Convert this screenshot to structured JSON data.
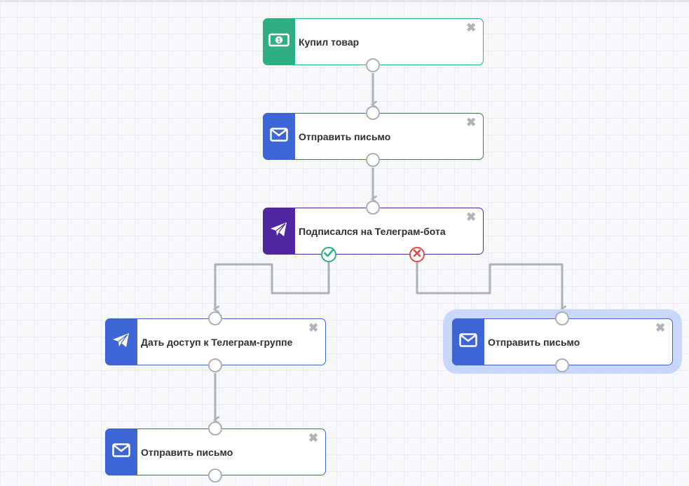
{
  "colors": {
    "trigger": "#2fae84",
    "email": "#3e65d6",
    "telegram_condition": "#5126a3",
    "connector": "#aab2b7",
    "yes": "#2fae84",
    "no": "#e14a4a",
    "selected_halo": "#c8d7fb"
  },
  "nodes": [
    {
      "id": "n1",
      "label": "Купил товар",
      "type": "trigger",
      "icon": "money-icon"
    },
    {
      "id": "n2",
      "label": "Отправить письмо",
      "type": "email",
      "icon": "envelope-icon"
    },
    {
      "id": "n3",
      "label": "Подписался на Телеграм-бота",
      "type": "condition",
      "icon": "telegram-icon"
    },
    {
      "id": "n4",
      "label": "Дать доступ к Телеграм-группе",
      "type": "telegram-action",
      "icon": "telegram-icon"
    },
    {
      "id": "n5",
      "label": "Отправить письмо",
      "type": "email",
      "icon": "envelope-icon",
      "selected": true
    },
    {
      "id": "n6",
      "label": "Отправить письмо",
      "type": "email",
      "icon": "envelope-icon"
    }
  ],
  "close_symbol": "✖",
  "branches": {
    "yes_icon": "check-icon",
    "no_icon": "x-icon"
  }
}
